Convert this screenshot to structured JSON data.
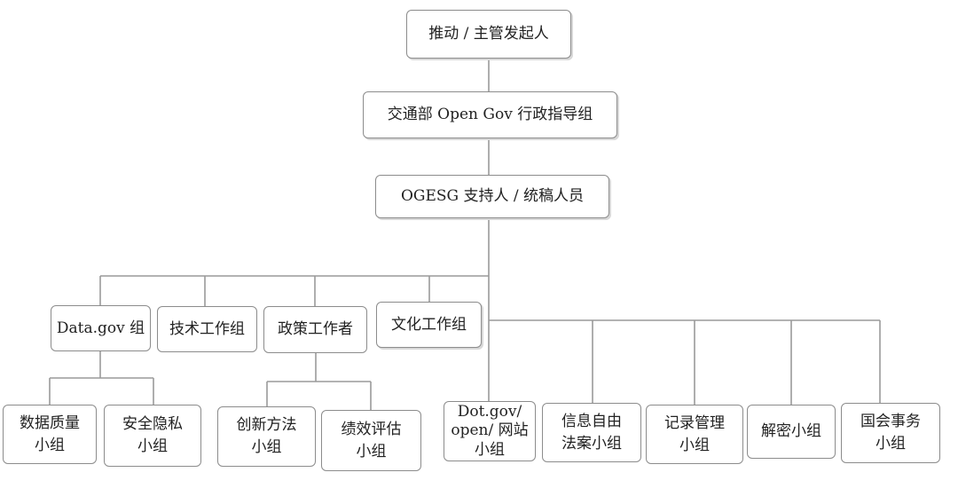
{
  "diagram": {
    "nodes": {
      "sponsor": "推动 / 主管发起人",
      "steering": "交通部 Open Gov 行政指导组",
      "support": "OGESG 支持人 / 统稿人员",
      "datagov": "Data.gov 组",
      "tech": "技术工作组",
      "policy": "政策工作者",
      "culture": "文化工作组",
      "dataquality": "数据质量\n小组",
      "privacy": "安全隐私\n小组",
      "innovation": "创新方法\n小组",
      "performance": "绩效评估\n小组",
      "dotgov": "Dot.gov/\nopen/ 网站\n小组",
      "foia": "信息自由\n法案小组",
      "records": "记录管理\n小组",
      "declass": "解密小组",
      "congress": "国会事务\n小组"
    }
  }
}
